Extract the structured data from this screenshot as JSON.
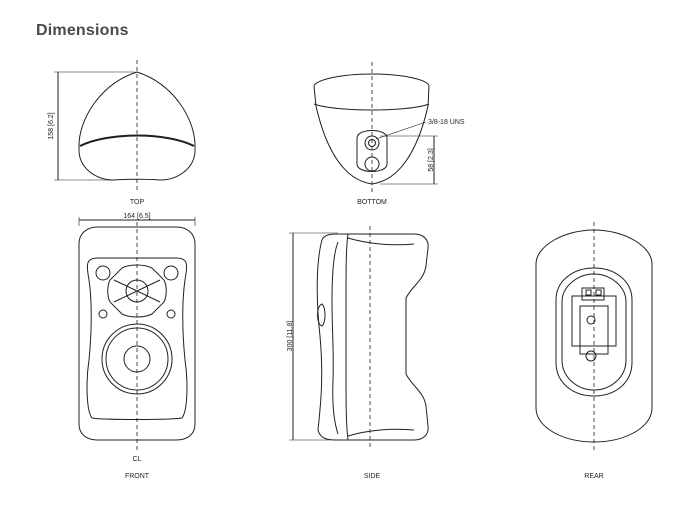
{
  "title": "Dimensions",
  "views": {
    "top": "TOP",
    "bottom": "BOTTOM",
    "front": "FRONT",
    "side": "SIDE",
    "rear": "REAR"
  },
  "dimensions": {
    "top_height": "158 [6.2]",
    "front_width": "164 [6.5]",
    "side_height": "300 [11.8]",
    "bottom_thread": "3/8-18 UNS",
    "bottom_height": "58 [2.3]",
    "centerline": "CL"
  }
}
